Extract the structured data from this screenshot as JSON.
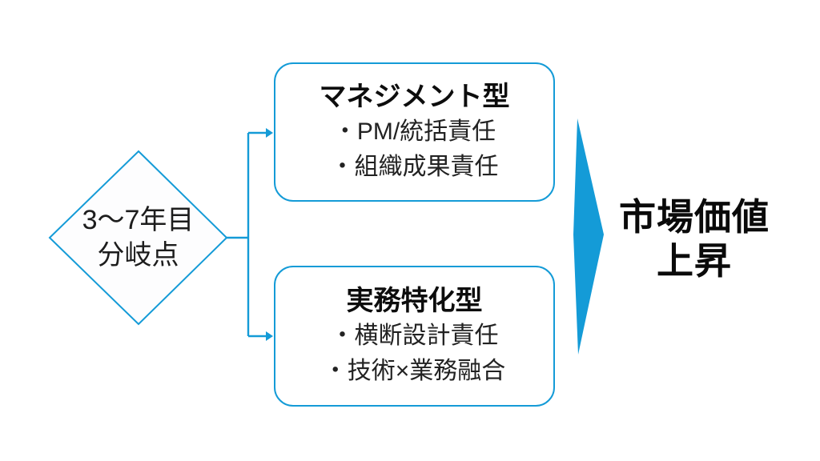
{
  "diagram": {
    "decision_diamond": {
      "line1": "3〜7年目",
      "line2": "分岐点"
    },
    "branches": [
      {
        "title": "マネジメント型",
        "bullets": [
          "・PM/統括責任",
          "・組織成果責任"
        ]
      },
      {
        "title": "実務特化型",
        "bullets": [
          "・横断設計責任",
          "・技術×業務融合"
        ]
      }
    ],
    "result": {
      "line1": "市場価値",
      "line2": "上昇"
    }
  },
  "colors": {
    "accent": "#149BD7",
    "text": "#161616",
    "background": "#ffffff"
  }
}
